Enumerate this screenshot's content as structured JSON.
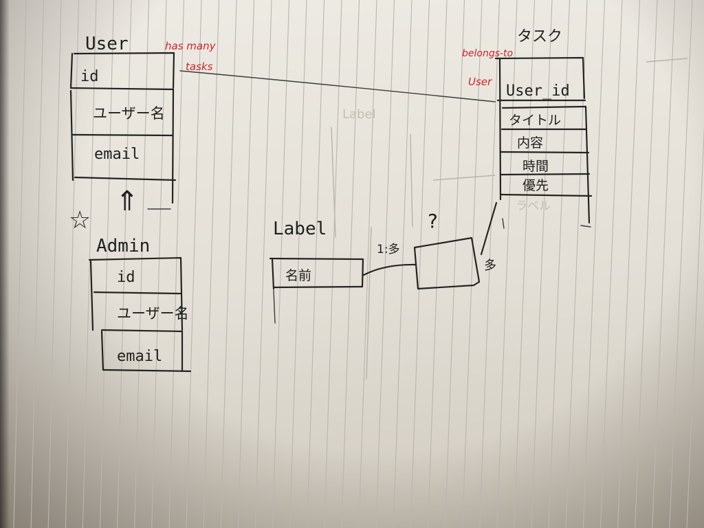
{
  "user_entity": {
    "title": "User",
    "fields": [
      "id",
      "ユーザー名",
      "email"
    ]
  },
  "admin_entity": {
    "title": "Admin",
    "fields": [
      "id",
      "ユーザー名",
      "email"
    ]
  },
  "task_entity": {
    "title": "タスク",
    "fields": [
      "User_id",
      "タイトル",
      "内容",
      "時間",
      "優先"
    ]
  },
  "label_entity": {
    "title": "Label",
    "fields": [
      "名前"
    ]
  },
  "relations": {
    "has_many_line1": "has many",
    "has_many_line2": "tasks",
    "belongs_to_line1": "belongs-to",
    "belongs_to_line2": "User",
    "label_join": "1:多",
    "task_join": "多",
    "question_mark": "?"
  },
  "markers": {
    "star": "☆",
    "inherit_arrow": "⇑"
  },
  "colors": {
    "ink": "#1f1f1f",
    "annotation_red": "#c8242a",
    "paper": "#e8e4dc",
    "ruled_line": "#b9b6b0"
  }
}
